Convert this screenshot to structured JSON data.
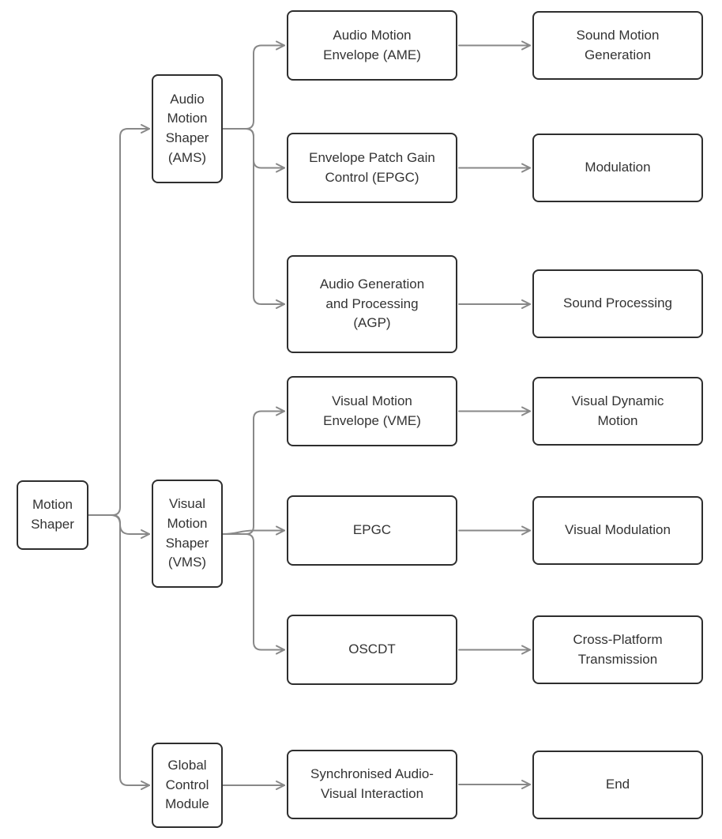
{
  "diagram": {
    "type": "flowchart",
    "direction": "left-to-right",
    "colors": {
      "background": "#ffffff",
      "node_fill": "#ffffff",
      "node_border": "#2e2e2e",
      "text": "#333333",
      "connector": "#888888"
    },
    "nodes": {
      "motion_shaper": {
        "label": "Motion\nShaper"
      },
      "ams": {
        "label": "Audio\nMotion\nShaper\n(AMS)"
      },
      "vms": {
        "label": "Visual\nMotion\nShaper\n(VMS)"
      },
      "gcm": {
        "label": "Global\nControl\nModule"
      },
      "ame": {
        "label": "Audio Motion\nEnvelope (AME)"
      },
      "epgc_full": {
        "label": "Envelope Patch Gain\nControl (EPGC)"
      },
      "agp": {
        "label": "Audio Generation\nand Processing\n(AGP)"
      },
      "vme": {
        "label": "Visual Motion\nEnvelope (VME)"
      },
      "epgc": {
        "label": "EPGC"
      },
      "oscdt": {
        "label": "OSCDT"
      },
      "sync": {
        "label": "Synchronised Audio-\nVisual Interaction"
      },
      "smg": {
        "label": "Sound Motion\nGeneration"
      },
      "modulation": {
        "label": "Modulation"
      },
      "sound_processing": {
        "label": "Sound Processing"
      },
      "vdm": {
        "label": "Visual Dynamic\nMotion"
      },
      "visual_modulation": {
        "label": "Visual Modulation"
      },
      "cpt": {
        "label": "Cross-Platform\nTransmission"
      },
      "end": {
        "label": "End"
      }
    },
    "edges": [
      {
        "from": "motion_shaper",
        "to": "ams"
      },
      {
        "from": "motion_shaper",
        "to": "vms"
      },
      {
        "from": "motion_shaper",
        "to": "gcm"
      },
      {
        "from": "ams",
        "to": "ame"
      },
      {
        "from": "ams",
        "to": "epgc_full"
      },
      {
        "from": "ams",
        "to": "agp"
      },
      {
        "from": "vms",
        "to": "vme"
      },
      {
        "from": "vms",
        "to": "epgc"
      },
      {
        "from": "vms",
        "to": "oscdt"
      },
      {
        "from": "gcm",
        "to": "sync"
      },
      {
        "from": "ame",
        "to": "smg"
      },
      {
        "from": "epgc_full",
        "to": "modulation"
      },
      {
        "from": "agp",
        "to": "sound_processing"
      },
      {
        "from": "vme",
        "to": "vdm"
      },
      {
        "from": "epgc",
        "to": "visual_modulation"
      },
      {
        "from": "oscdt",
        "to": "cpt"
      },
      {
        "from": "sync",
        "to": "end"
      }
    ]
  }
}
